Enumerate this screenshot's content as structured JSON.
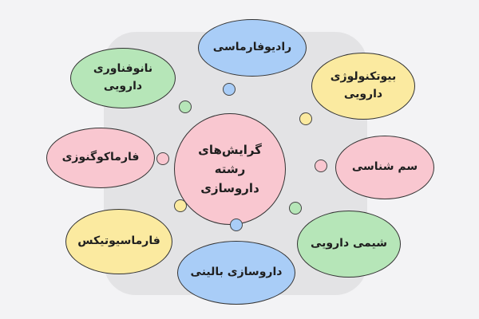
{
  "center": {
    "label": "گرایش‌های رشته\nداروسازی"
  },
  "bubbles": [
    {
      "label": "رادیوفارماسی"
    },
    {
      "label": "بیوتکنولوژی\nدارویی"
    },
    {
      "label": "سم شناسی"
    },
    {
      "label": "شیمی دارویی"
    },
    {
      "label": "داروسازی بالینی"
    },
    {
      "label": "فارماسیوتیکس"
    },
    {
      "label": "فارماکوگنوزی"
    },
    {
      "label": "نانوفناوری\nدارویی"
    }
  ],
  "colors": {
    "background": "#f3f3f5",
    "center": "#f9c7d0",
    "blue": "#a9cdf7",
    "yellow": "#fbeaa0",
    "pink": "#f9c7d0",
    "green": "#b6e6b8",
    "outline": "#333333"
  }
}
